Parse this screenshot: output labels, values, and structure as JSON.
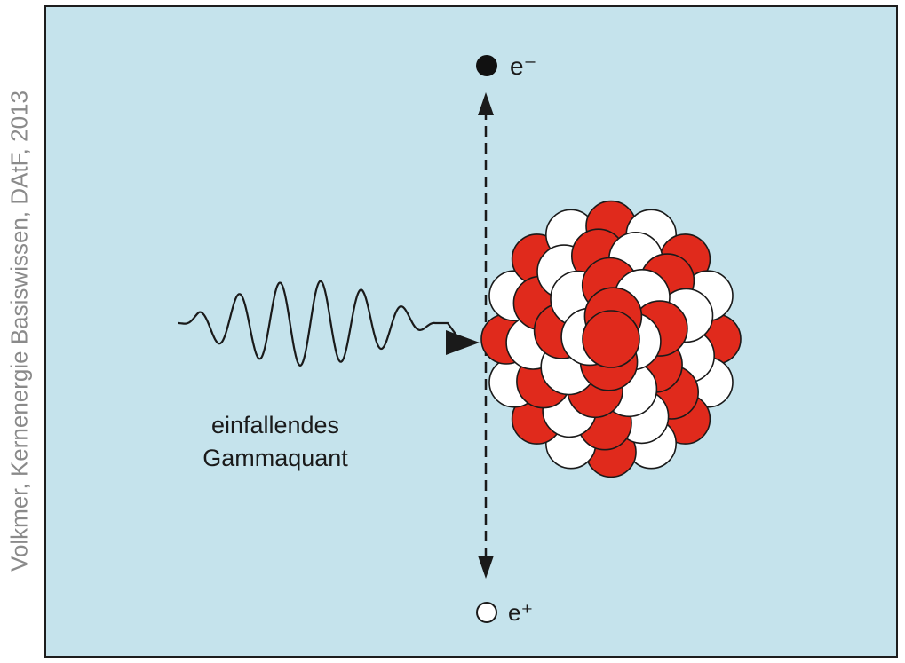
{
  "credit": "Volkmer, Kernenergie Basiswissen, DAtF, 2013",
  "electron_label": "e⁻",
  "positron_label": "e⁺",
  "gamma_label": {
    "line1": "einfallendes",
    "line2": "Gammaquant"
  },
  "colors": {
    "background": "#c5e3ec",
    "proton": "#e02a1c",
    "neutron": "#ffffff",
    "outline": "#1a1a1a"
  },
  "icons": [
    "electron-icon",
    "positron-icon",
    "nucleus-icon",
    "gamma-wave-icon"
  ]
}
